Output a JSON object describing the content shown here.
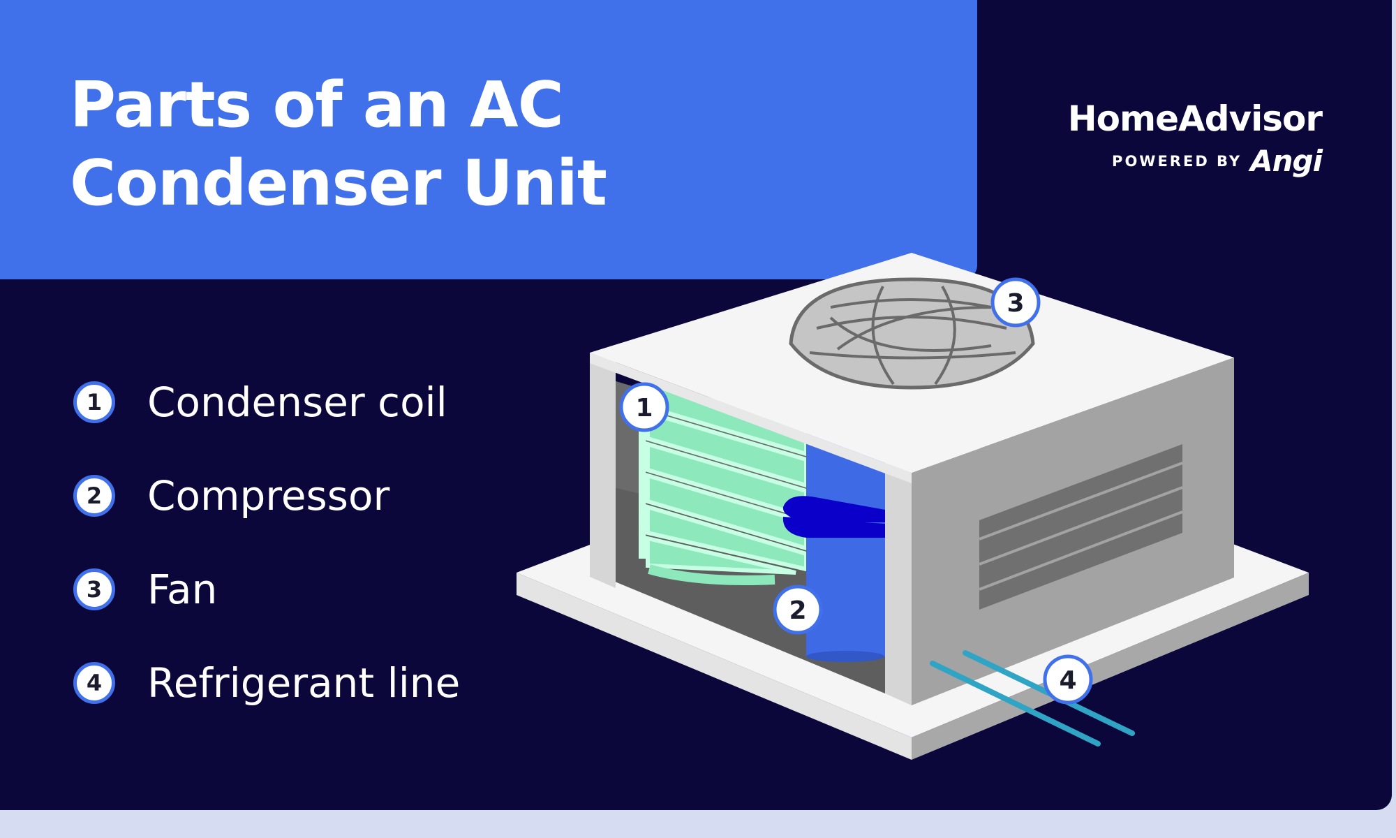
{
  "title": {
    "line1": "Parts of an AC",
    "line2": "Condenser Unit"
  },
  "brand": {
    "name": "HomeAdvisor",
    "powered_by": "POWERED BY",
    "sub_brand": "Angi"
  },
  "legend": [
    {
      "number": "1",
      "label": "Condenser coil"
    },
    {
      "number": "2",
      "label": "Compressor"
    },
    {
      "number": "3",
      "label": "Fan"
    },
    {
      "number": "4",
      "label": "Refrigerant line"
    }
  ],
  "callouts": [
    "1",
    "2",
    "3",
    "4"
  ],
  "colors": {
    "background_dark": "#0b073b",
    "accent_blue": "#4170eb",
    "coil_green": "#8de8bb",
    "compressor_blue": "#3e6ae6",
    "compressor_band": "#0a00c9",
    "refrigerant_line": "#2fa4c4"
  }
}
